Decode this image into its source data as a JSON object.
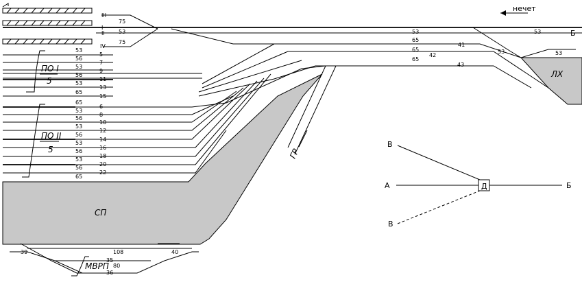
{
  "direction_label": "нечет",
  "end_label_b": "Б",
  "park_po1": "ПО І",
  "park_po1_den": "5",
  "park_po2": "ПО ІІ",
  "park_po2_den": "5",
  "park_sp": "СП",
  "park_lh": "ЛХ",
  "park_gr": "ГР",
  "park_mvrp": "МВРП",
  "top_tracks": [
    {
      "id": "III",
      "len": "75"
    },
    {
      "id": "I",
      "len": ""
    },
    {
      "id": "II",
      "len": "53"
    },
    {
      "id": "IV",
      "len": "75"
    }
  ],
  "po1_tracks": [
    {
      "len": "53",
      "id": "5"
    },
    {
      "len": "56",
      "id": "7"
    },
    {
      "len": "53",
      "id": "9"
    },
    {
      "len": "56",
      "id": "11"
    },
    {
      "len": "53",
      "id": "13"
    },
    {
      "len": "65",
      "id": "15"
    }
  ],
  "po2_tracks": [
    {
      "len": "65",
      "id": "6"
    },
    {
      "len": "53",
      "id": "8"
    },
    {
      "len": "56",
      "id": "10"
    },
    {
      "len": "53",
      "id": "12"
    },
    {
      "len": "56",
      "id": "14"
    },
    {
      "len": "53",
      "id": "16"
    },
    {
      "len": "56",
      "id": "18"
    },
    {
      "len": "53",
      "id": "20"
    },
    {
      "len": "56",
      "id": "22"
    },
    {
      "len": "65",
      "id": ""
    }
  ],
  "right_lengths": [
    "53",
    "53",
    "65",
    "41",
    "65",
    "42",
    "65",
    "43",
    "53",
    "53"
  ],
  "mvrp": {
    "left_track": "39",
    "right_track": "40",
    "top_len": "108",
    "t35": "35",
    "t36": "36",
    "len80": "80"
  },
  "legend": {
    "v_top": "В",
    "a": "А",
    "d": "Д",
    "b": "Б",
    "v_bottom": "В"
  }
}
